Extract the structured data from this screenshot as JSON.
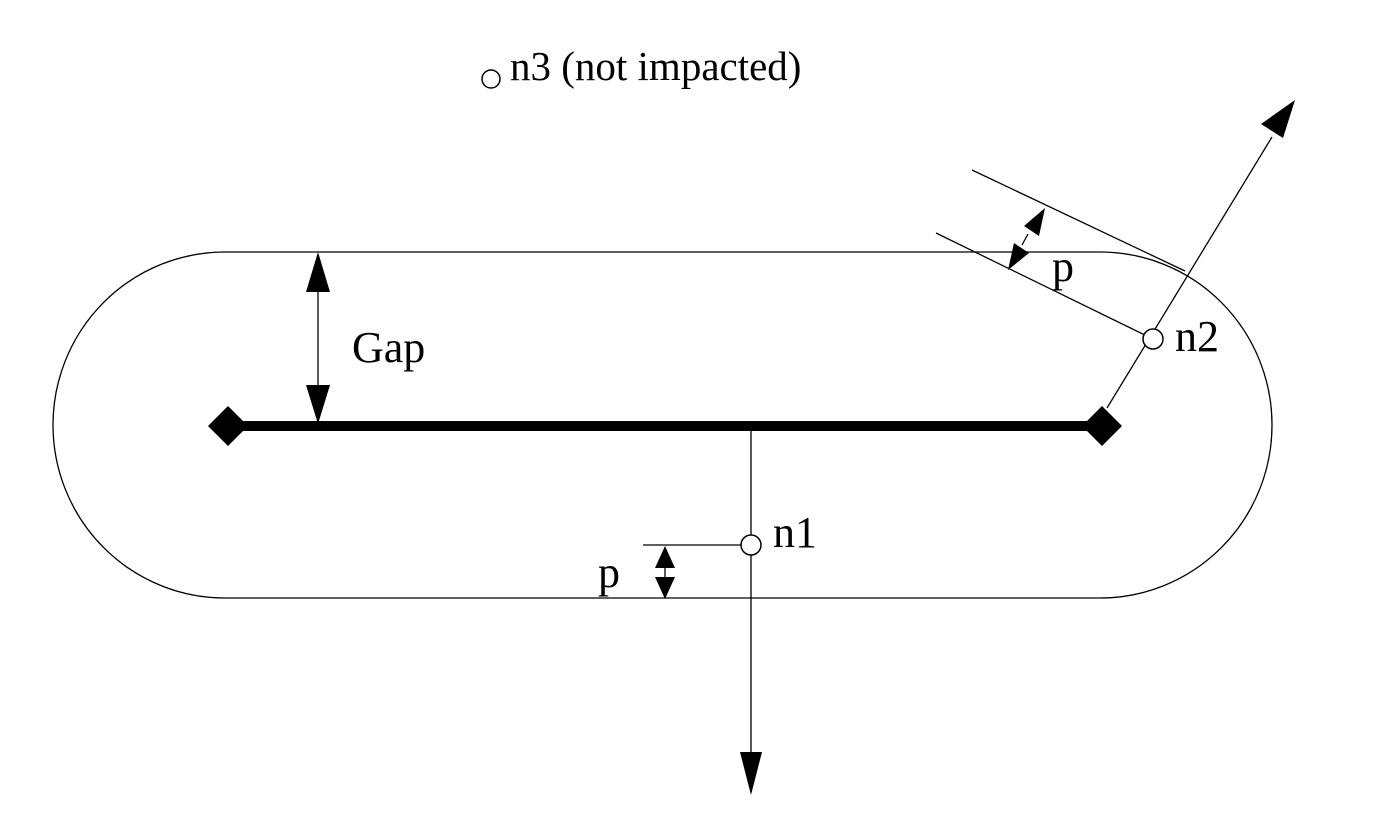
{
  "labels": {
    "n3": "n3 (not impacted)",
    "gap": "Gap",
    "p_top": "p",
    "p_bottom": "p",
    "n1": "n1",
    "n2": "n2"
  },
  "colors": {
    "stroke": "#000000",
    "background": "#ffffff"
  }
}
